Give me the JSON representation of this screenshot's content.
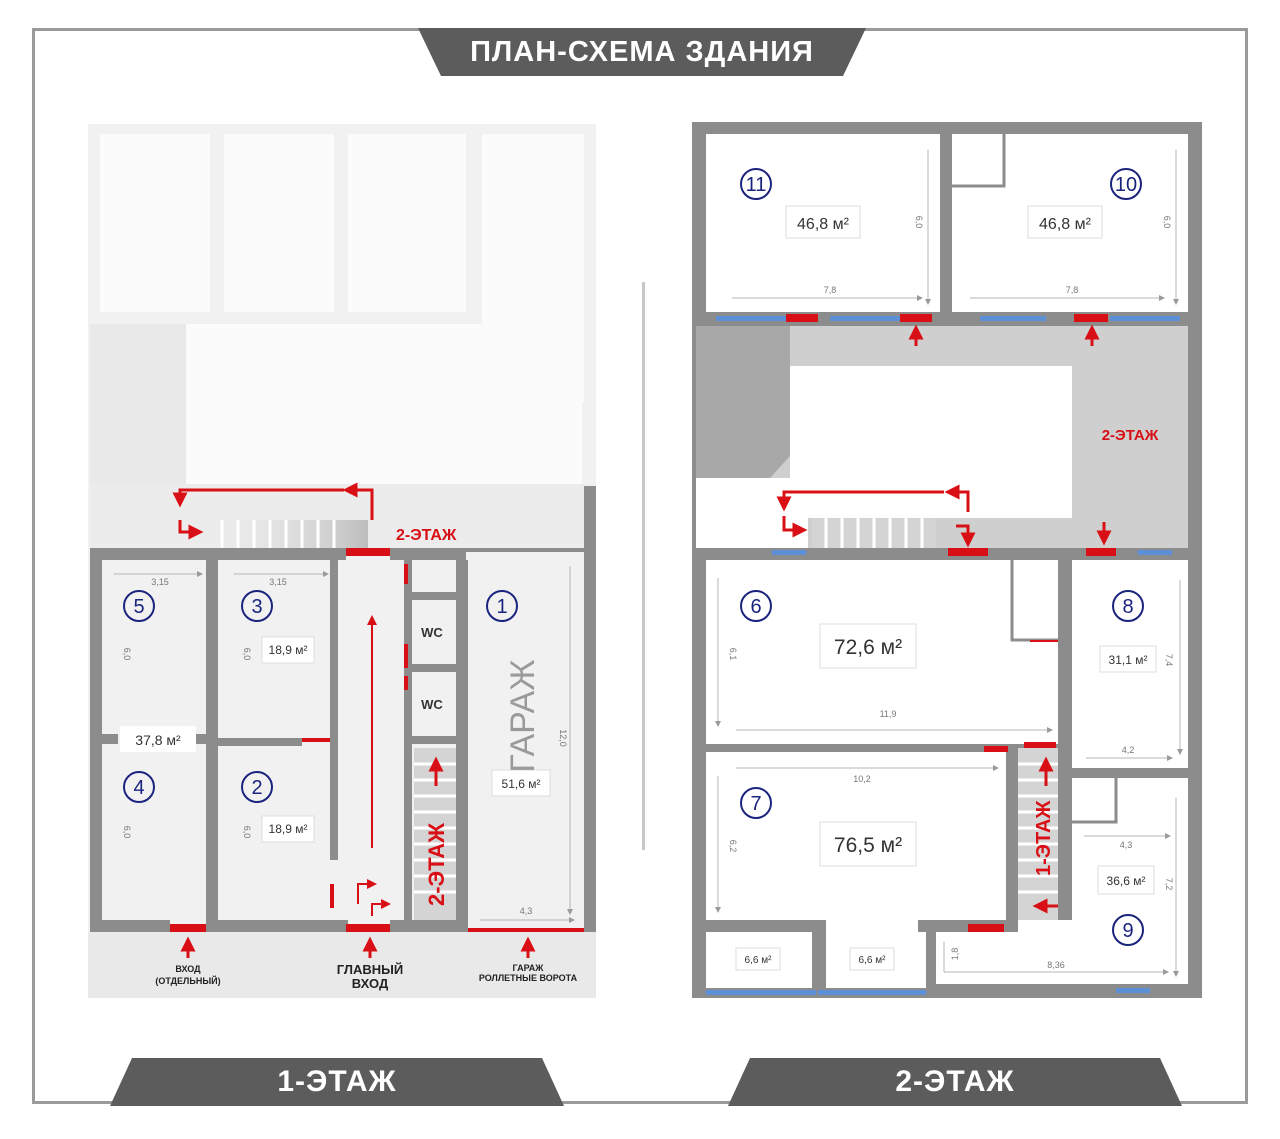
{
  "title": "ПЛАН-СХЕМА ЗДАНИЯ",
  "floor1": {
    "label": "1-ЭТАЖ",
    "stairs_label": "2-ЭТАЖ",
    "stairs_up_label": "2-ЭТАЖ",
    "rooms": [
      {
        "num": "1",
        "area": "51,6 м²",
        "name": "ГАРАЖ",
        "width": "4,3",
        "length": "12,0"
      },
      {
        "num": "2",
        "area": "18,9 м²",
        "depth": "6,0"
      },
      {
        "num": "3",
        "area": "18,9 м²",
        "depth": "6,0",
        "width": "3,15"
      },
      {
        "num": "4",
        "depth": "6,0"
      },
      {
        "num": "5",
        "depth": "6,0",
        "width": "3,15"
      }
    ],
    "combined_area": "37,8 м²",
    "wc": [
      "WC",
      "WC"
    ],
    "entrances": {
      "separate": [
        "ВХОД",
        "(ОТДЕЛЬНЫЙ)"
      ],
      "main": [
        "ГЛАВНЫЙ",
        "ВХОД"
      ],
      "garage": [
        "ГАРАЖ",
        "РОЛЛЕТНЫЕ ВОРОТА"
      ]
    }
  },
  "floor2": {
    "label": "2-ЭТАЖ",
    "hall_label": "2-ЭТАЖ",
    "stairs_down_label": "1-ЭТАЖ",
    "rooms": [
      {
        "num": "6",
        "area": "72,6 м²",
        "width": "11,9",
        "depth": "6,1"
      },
      {
        "num": "7",
        "area": "76,5 м²",
        "width": "10,2",
        "depth": "6,2"
      },
      {
        "num": "8",
        "area": "31,1 м²",
        "width": "4,2",
        "depth": "7,4"
      },
      {
        "num": "9",
        "area": "36,6 м²",
        "width": "4,3",
        "depth": "7,2",
        "width2": "8,36",
        "depth2": "1,8"
      },
      {
        "num": "10",
        "area": "46,8 м²",
        "width": "7,8",
        "depth": "6,0"
      },
      {
        "num": "11",
        "area": "46,8 м²",
        "width": "7,8",
        "depth": "6,0"
      }
    ],
    "small_rooms": [
      "6,6 м²",
      "6,6 м²"
    ]
  },
  "colors": {
    "wall": "#8c8c8c",
    "light": "#f2f2f2",
    "corridor": "#cfcfcf",
    "accent": "#d90f16",
    "window": "#5b8fd6",
    "number": "#1a237e",
    "band": "#5c5c5c"
  }
}
